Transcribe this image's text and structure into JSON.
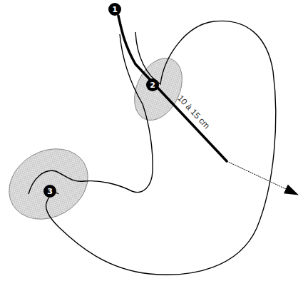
{
  "diagram": {
    "labels": [
      "1",
      "2",
      "3",
      "10 à 15 cm"
    ]
  }
}
